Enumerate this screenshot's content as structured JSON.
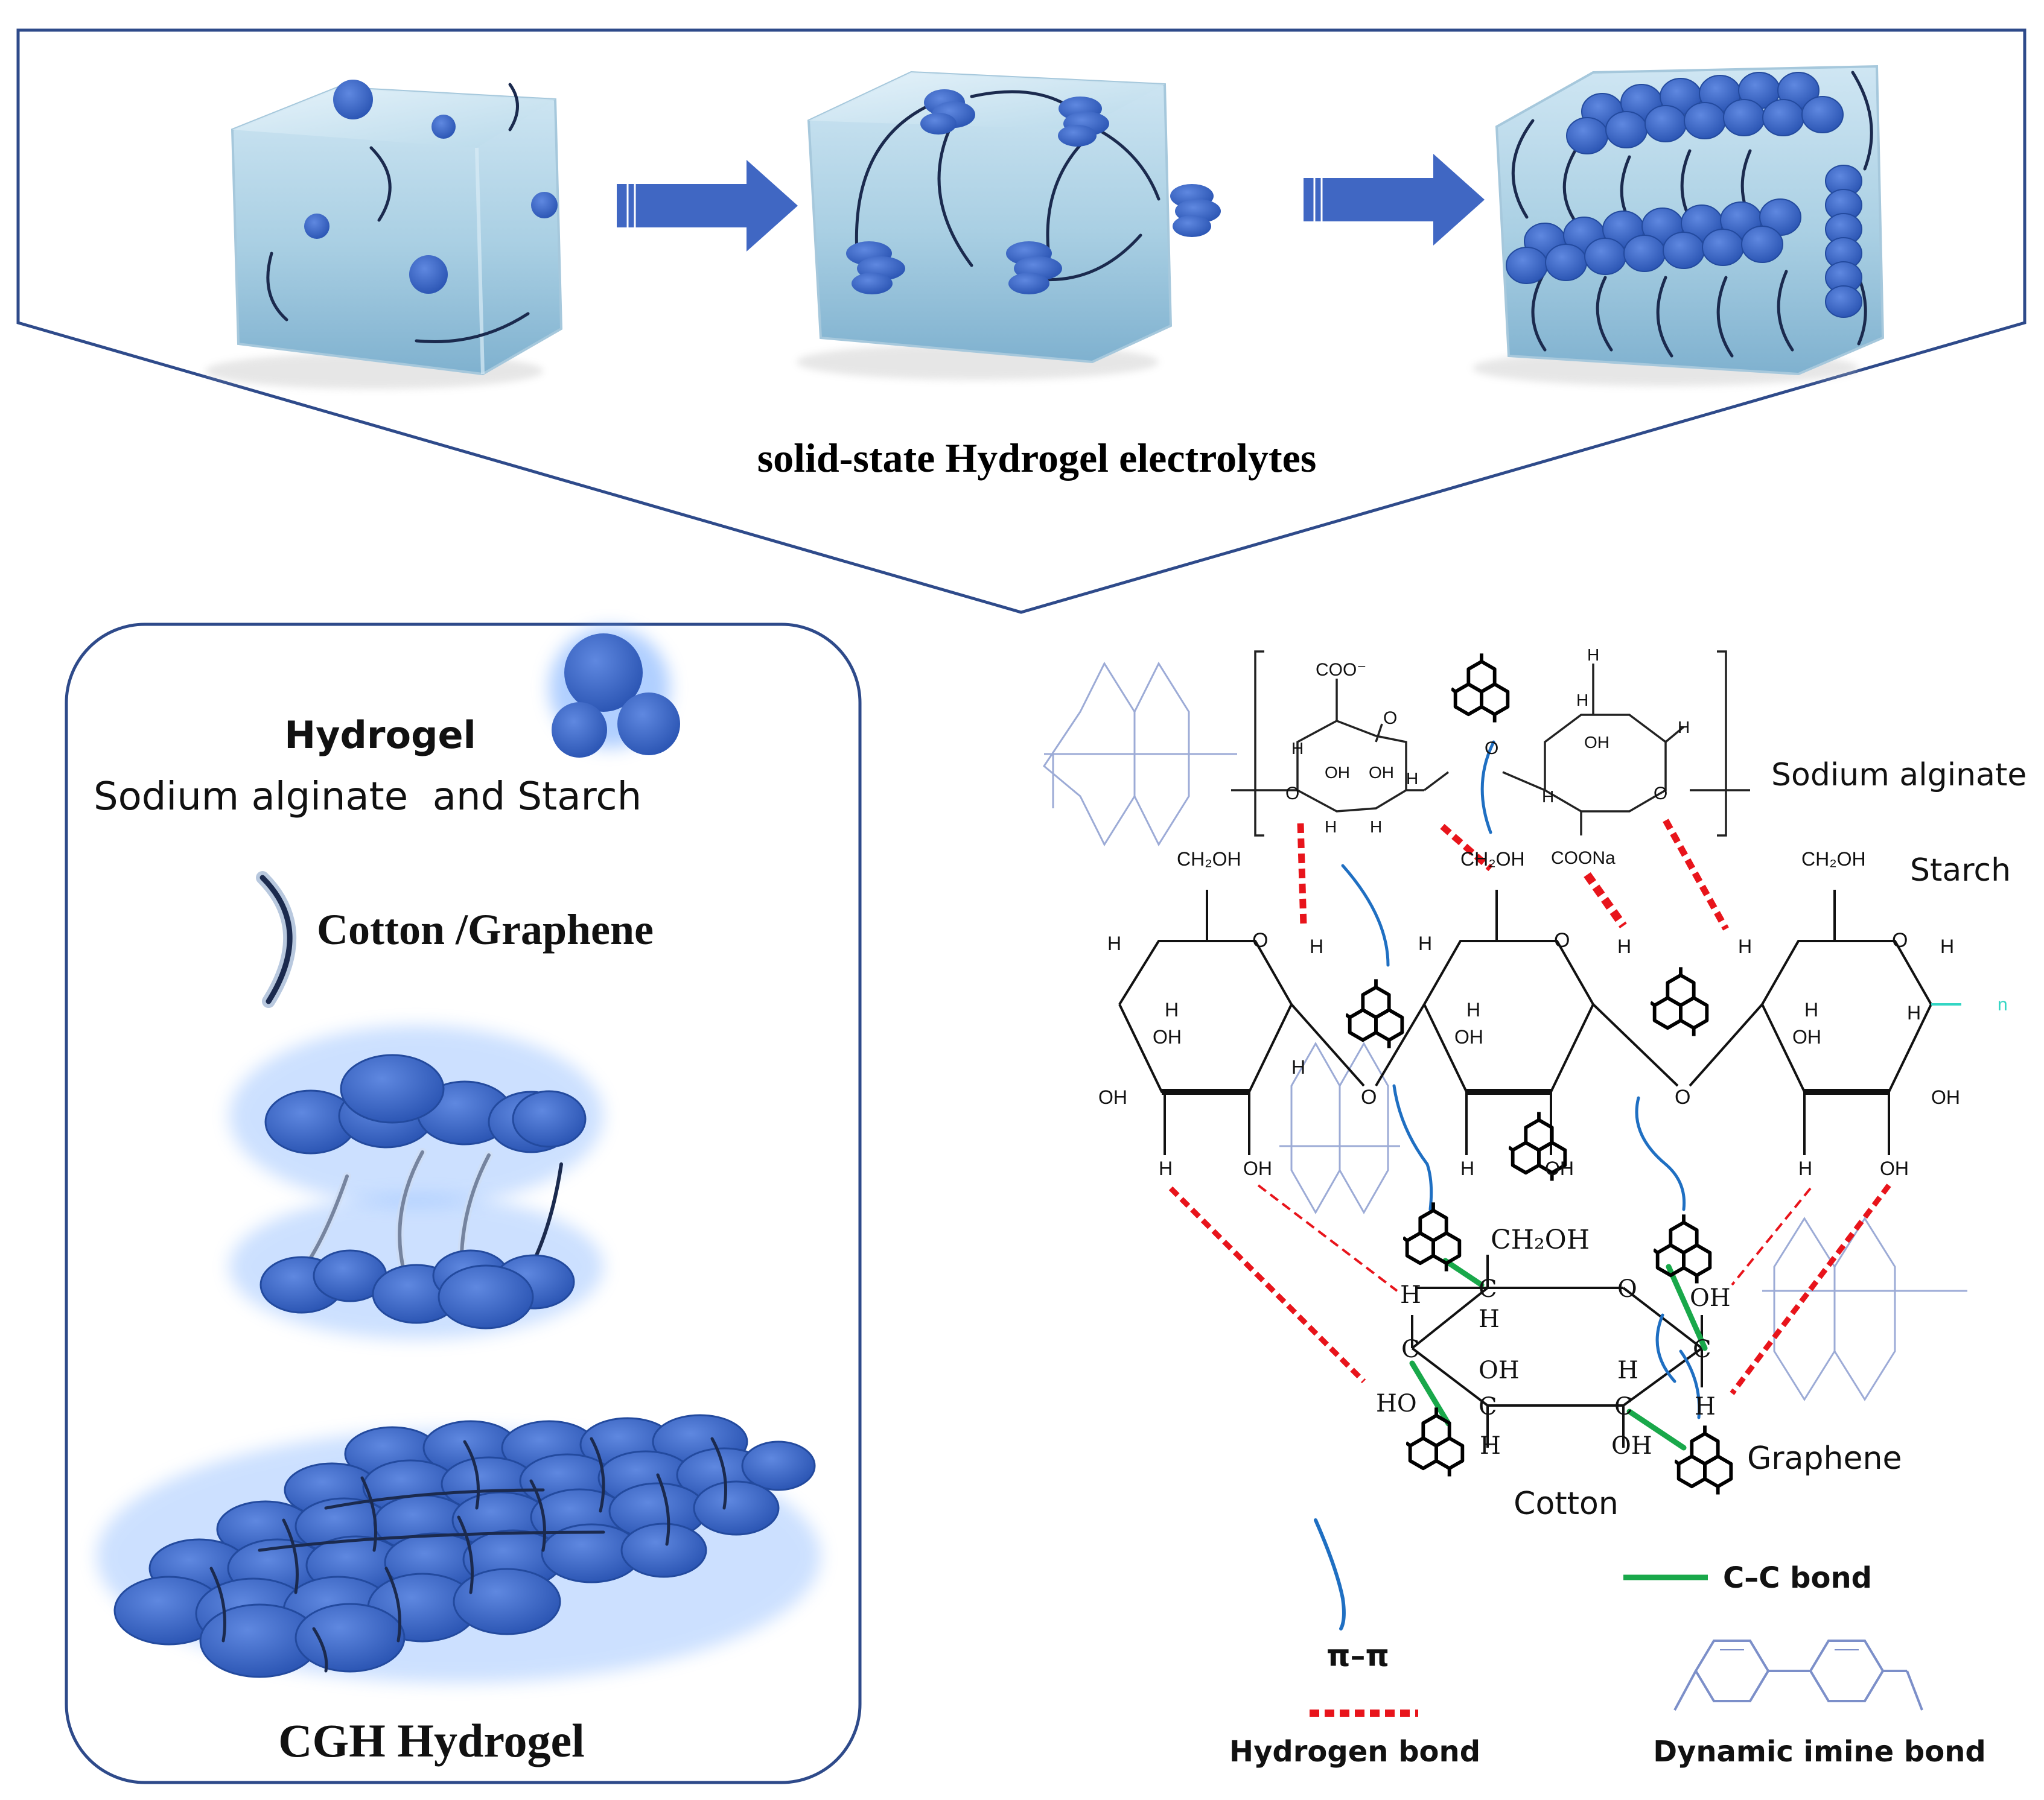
{
  "banner": {
    "title": "solid-state Hydrogel electrolytes"
  },
  "legend_box": {
    "hydrogel_title": "Hydrogel",
    "hydrogel_subtitle": "Sodium alginate  and Starch",
    "cotton_label": "Cotton /Graphene",
    "cgh_label": "CGH Hydrogel"
  },
  "chem": {
    "sodium_alginate": "Sodium alginate",
    "starch": "Starch",
    "graphene": "Graphene",
    "cotton": "Cotton",
    "labels": {
      "coo_minus": "COO⁻",
      "coona": "COONa",
      "ch2oh": "CH₂OH",
      "ch2oh_cotton": "CH₂OH",
      "oh": "OH",
      "h": "H",
      "o": "O",
      "c": "C",
      "ho": "HO",
      "n": "n"
    }
  },
  "bond_legend": {
    "pi_pi": "π–π",
    "hydrogen_bond": "Hydrogen bond",
    "cc_bond": "C–C bond",
    "imine_bond": "Dynamic imine bond"
  },
  "colors": {
    "frame": "#2e4a8a",
    "bead": "#3a66c4",
    "bead_glow": "#6fa8ff",
    "hbond": "#e8141b",
    "pi": "#1f6fc2",
    "cc": "#19a84a",
    "imine": "#7c8fc9",
    "arrow": "#4067c3"
  }
}
